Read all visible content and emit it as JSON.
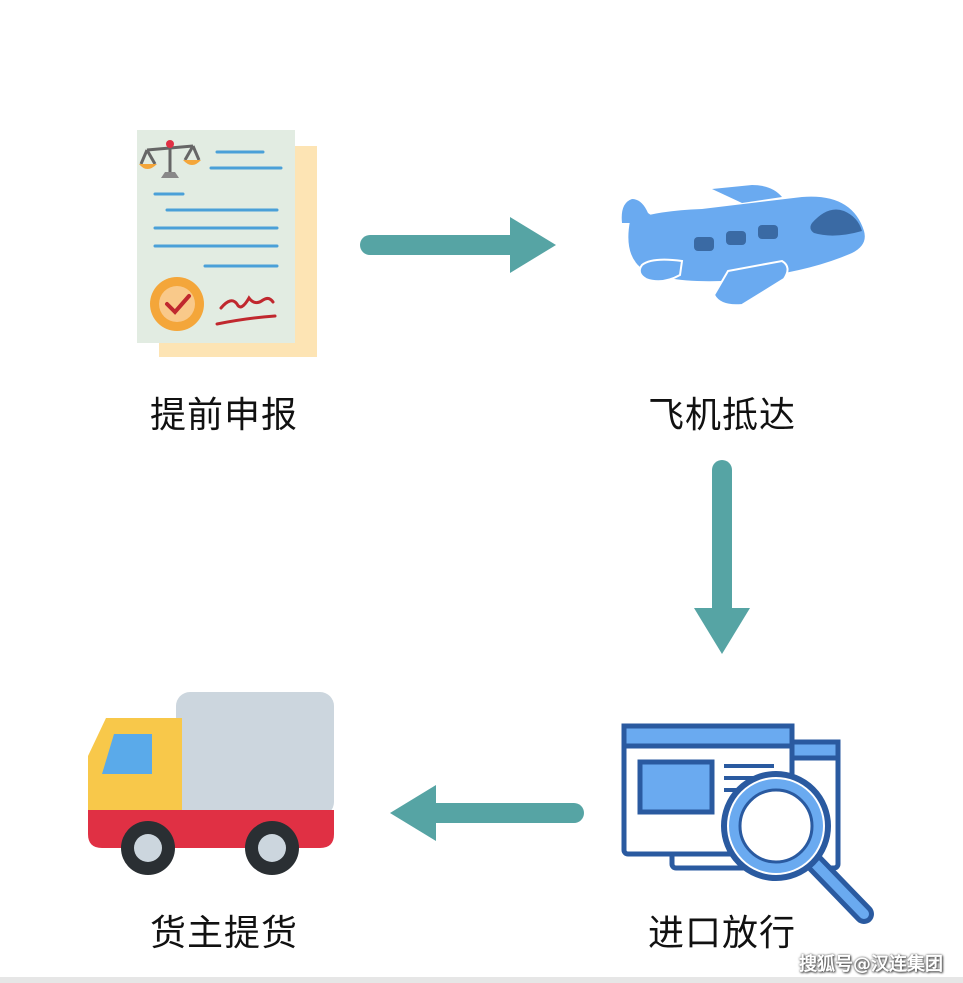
{
  "steps": {
    "declare": {
      "label": "提前申报",
      "icon": "document-icon"
    },
    "arrive": {
      "label": "飞机抵达",
      "icon": "airplane-icon"
    },
    "release": {
      "label": "进口放行",
      "icon": "inspection-icon"
    },
    "pickup": {
      "label": "货主提货",
      "icon": "truck-icon"
    }
  },
  "watermark": "搜狐号@汉连集团",
  "colors": {
    "arrow": "#56a4a4",
    "plane": "#6aaaf0",
    "truck_cab": "#f8c84a",
    "truck_base": "#e03044",
    "truck_box": "#ccd6de",
    "paper": "#e2ece2",
    "paper_back": "#fde4b4",
    "screen_border": "#2a5aa0"
  }
}
